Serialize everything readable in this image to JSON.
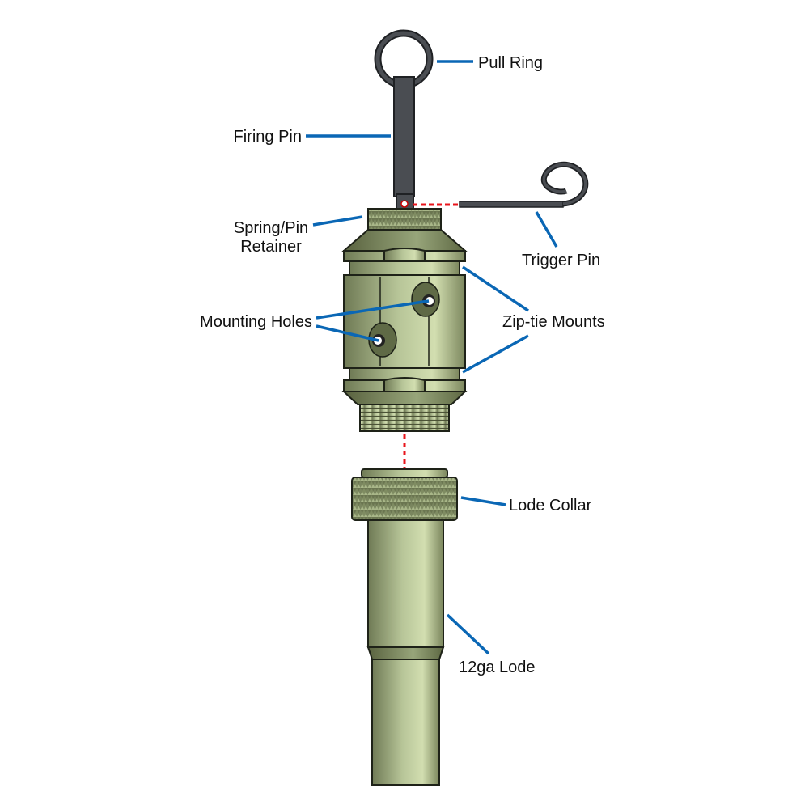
{
  "labels": {
    "pull_ring": "Pull Ring",
    "firing_pin": "Firing Pin",
    "spring_pin_retainer_line1": "Spring/Pin",
    "spring_pin_retainer_line2": "Retainer",
    "trigger_pin": "Trigger Pin",
    "mounting_holes": "Mounting Holes",
    "zip_tie_mounts": "Zip-tie Mounts",
    "lode_collar": "Lode Collar",
    "lode_12ga": "12ga Lode"
  },
  "colors": {
    "leader_line": "#0a67b5",
    "alignment_dash": "#e8141b",
    "body_green": "#a9b88a",
    "pin_gray": "#4a4d52"
  }
}
